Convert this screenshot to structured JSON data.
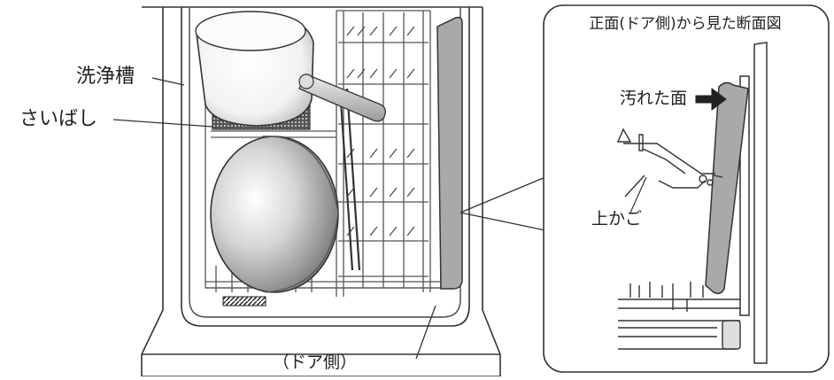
{
  "labels": {
    "wash_tank": "洗浄槽",
    "strainer": "さいばし",
    "door_side": "（ドア側）",
    "inset_title": "正面(ドア側)から見た断面図",
    "dirty_face": "汚れた面",
    "upper_basket": "上かご"
  },
  "colors": {
    "line": "#333333",
    "tub_fill": "#ffffff",
    "door_panel": "#a9a9a9",
    "metal_light": "#f0f0f0",
    "metal_dark": "#8c8c8c",
    "rack_line": "#666666"
  }
}
